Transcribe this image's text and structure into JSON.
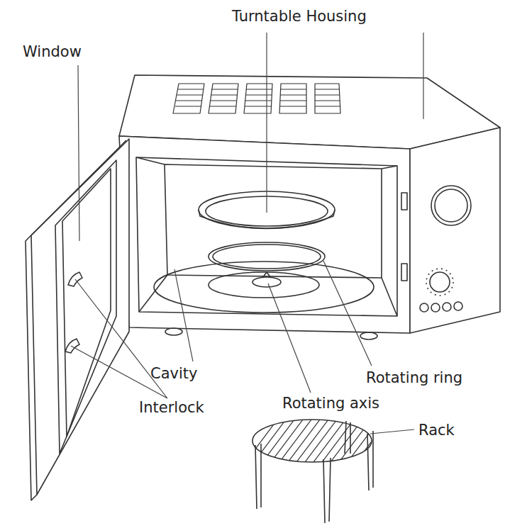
{
  "diagram": {
    "labels": [
      "Turntable Housing",
      "Window",
      "Cavity",
      "Interlock",
      "Rotating ring",
      "Rotating axis",
      "Rack"
    ]
  }
}
